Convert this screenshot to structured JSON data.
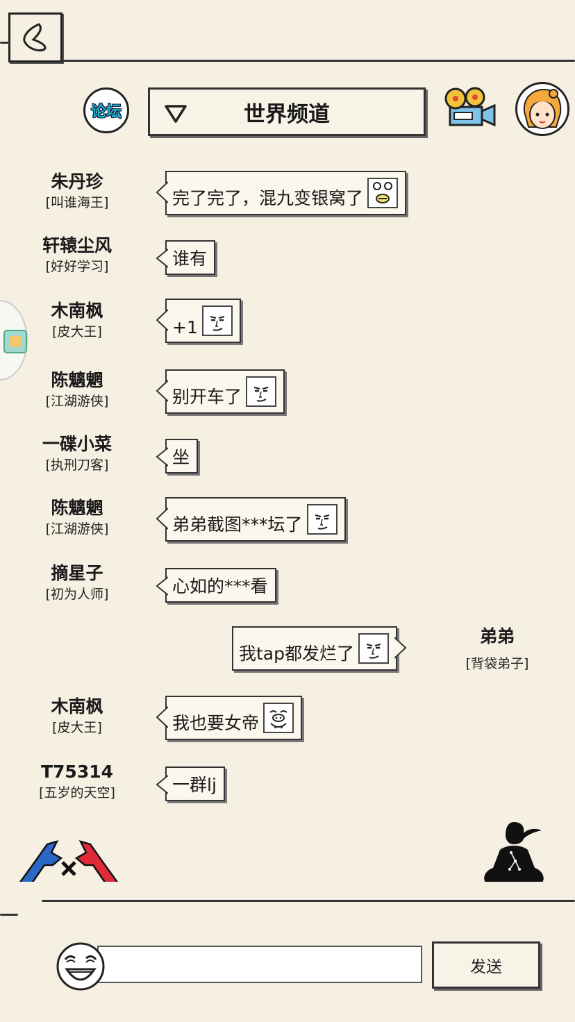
{
  "header": {
    "forum_label": "论坛",
    "channel_title": "世界频道"
  },
  "messages": [
    {
      "name": "朱丹珍",
      "title": "[叫谁海王]",
      "text": "完了完了，混九变银窝了",
      "emoji": "flower-face"
    },
    {
      "name": "轩辕尘风",
      "title": "[好好学习]",
      "text": "谁有",
      "emoji": ""
    },
    {
      "name": "木南枫",
      "title": "[皮大王]",
      "text": "+1",
      "emoji": "smug-face"
    },
    {
      "name": "陈魑魍",
      "title": "[江湖游侠]",
      "text": "别开车了",
      "emoji": "smug-face"
    },
    {
      "name": "一碟小菜",
      "title": "[执刑刀客]",
      "text": "坐",
      "emoji": ""
    },
    {
      "name": "陈魑魍",
      "title": "[江湖游侠]",
      "text": "弟弟截图***坛了",
      "emoji": "smug-face"
    },
    {
      "name": "摘星子",
      "title": "[初为人师]",
      "text": "心如的***看",
      "emoji": ""
    },
    {
      "name": "弟弟",
      "title": "[背袋弟子]",
      "text": "我tap都发烂了",
      "emoji": "smug-face",
      "self": true
    },
    {
      "name": "木南枫",
      "title": "[皮大王]",
      "text": "我也要女帝",
      "emoji": "pig-face"
    },
    {
      "name": "T75314",
      "title": "[五岁的天空]",
      "text": "一群lj",
      "emoji": ""
    }
  ],
  "composer": {
    "input_value": "",
    "input_placeholder": "",
    "send_label": "发送"
  }
}
